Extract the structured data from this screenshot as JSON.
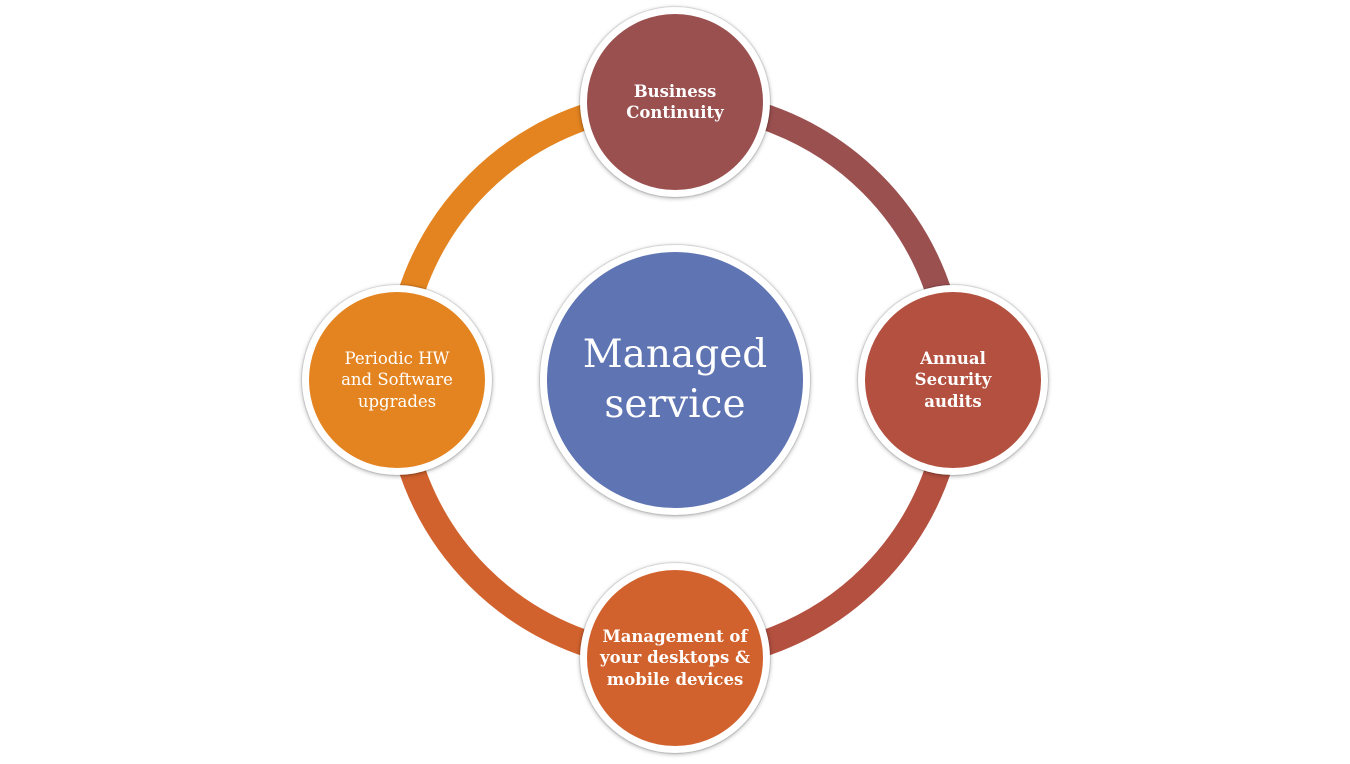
{
  "diagram": {
    "center": {
      "label": "Managed service",
      "color": "#5f74b3"
    },
    "nodes": [
      {
        "id": "top",
        "label": "Business Continuity",
        "color": "#9b5050",
        "bold": true
      },
      {
        "id": "right",
        "label": "Annual Security audits",
        "color": "#b35040",
        "bold": true
      },
      {
        "id": "bottom",
        "label": "Management of your desktops & mobile devices",
        "color": "#d2622d",
        "bold": true
      },
      {
        "id": "left",
        "label": "Periodic HW and Software upgrades",
        "color": "#e48420",
        "bold": false
      }
    ],
    "arcs": [
      {
        "from": "top",
        "to": "right",
        "color": "#9b5050"
      },
      {
        "from": "right",
        "to": "bottom",
        "color": "#b35040"
      },
      {
        "from": "bottom",
        "to": "left",
        "color": "#d2622d"
      },
      {
        "from": "left",
        "to": "top",
        "color": "#e48420"
      }
    ]
  }
}
